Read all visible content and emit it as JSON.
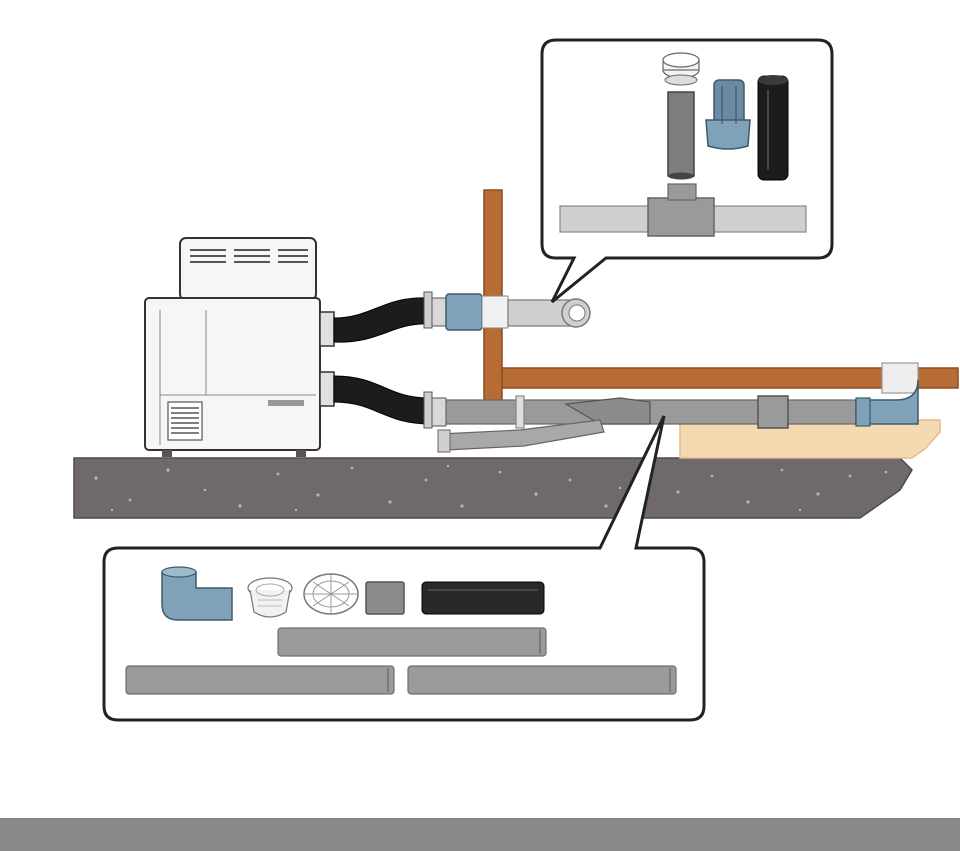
{
  "diagram": {
    "components": [
      {
        "id": "pool-heater",
        "label": ""
      },
      {
        "id": "flexible-hose",
        "label": ""
      },
      {
        "id": "pvc-pipe",
        "label": ""
      },
      {
        "id": "elbow",
        "label": ""
      },
      {
        "id": "tee",
        "label": ""
      },
      {
        "id": "drain-grate",
        "label": ""
      },
      {
        "id": "coupling",
        "label": ""
      },
      {
        "id": "check-valve",
        "label": ""
      },
      {
        "id": "wall-duct",
        "label": ""
      },
      {
        "id": "flange",
        "label": ""
      }
    ]
  },
  "colors": {
    "background": "#ffffff",
    "ground": "#6f6a69",
    "ground_speckle": "#b9b5b3",
    "floor_sand": "#f5d9b0",
    "floor_sand_edge": "#e4b98a",
    "wood_beam": "#b86c35",
    "wood_beam_dark": "#8c4c20",
    "pipe_gray": "#9a9a9a",
    "pipe_gray_dark": "#777777",
    "pipe_light": "#cfcfcf",
    "hose_black": "#1c1c1c",
    "fitting_blue": "#7fa2b8",
    "heater_body": "#f6f6f6",
    "outline": "#333333",
    "footer": "#8a8a8a"
  }
}
